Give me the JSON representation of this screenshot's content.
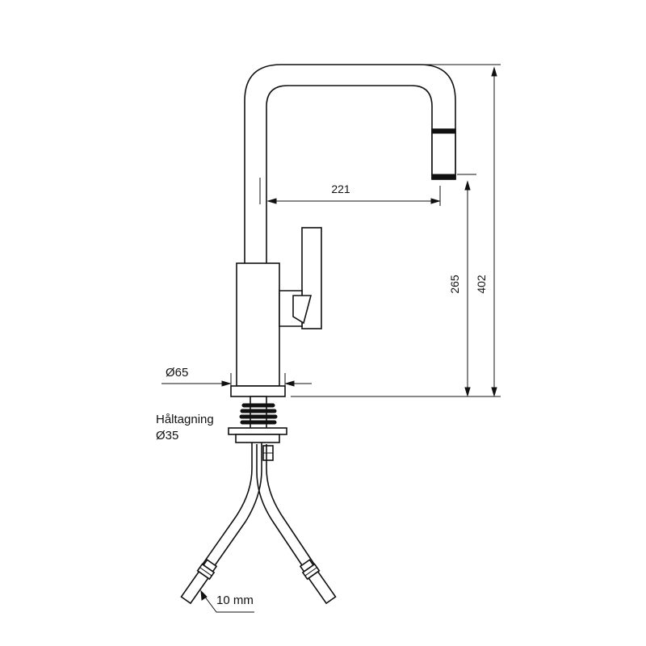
{
  "dimensions": {
    "reach": "221",
    "spout_height": "265",
    "total_height": "402",
    "base_diameter": "Ø65",
    "hole_label": "Håltagning",
    "hole_diameter": "Ø35",
    "hose_size": "10 mm"
  }
}
